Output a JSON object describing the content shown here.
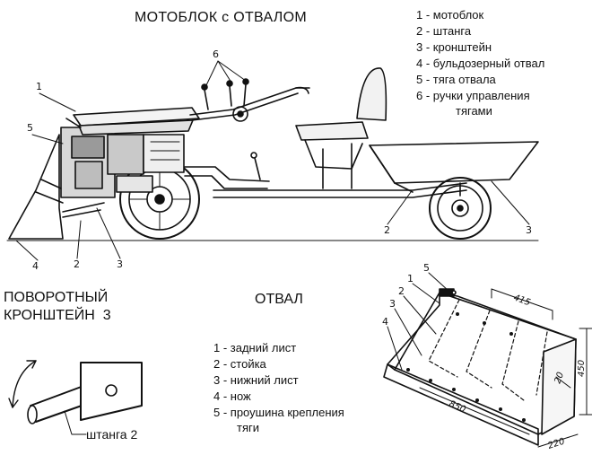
{
  "title": "МОТОБЛОК с ОТВАЛОМ",
  "main_legend": [
    "1 - мотоблок",
    "2 - штанга",
    "3 - кронштейн",
    "4 - бульдозерный отвал",
    "5 - тяга отвала",
    "6 - ручки управления",
    "тягами"
  ],
  "main_callouts": [
    "1",
    "5",
    "6",
    "2",
    "3",
    "4",
    "2",
    "3"
  ],
  "bracket": {
    "title": "ПОВОРОТНЫЙ\nКРОНШТЕЙН  3",
    "rod_label": "штанга 2"
  },
  "blade": {
    "title": "ОТВАЛ",
    "legend": [
      "1 - задний лист",
      "2 - стойка",
      "3 - нижний лист",
      "4 - нож",
      "5 - проушина крепления",
      "тяги"
    ],
    "callouts": [
      "1",
      "5",
      "2",
      "3",
      "4"
    ],
    "dimensions": [
      "415",
      "450",
      "850",
      "220",
      "20"
    ]
  }
}
